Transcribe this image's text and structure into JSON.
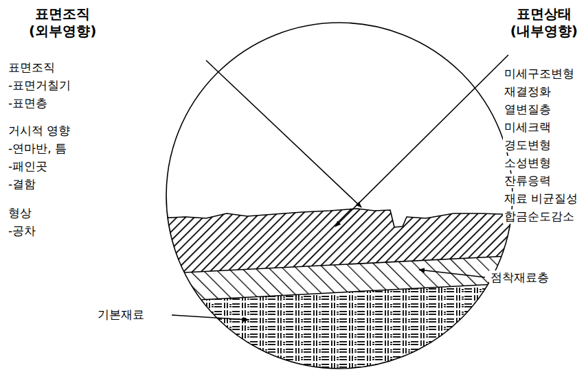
{
  "diagram": {
    "labels": [
      "표면조직 (외부영향)",
      "표면조직",
      "-표면거칠기",
      "-표면층",
      "거시적 영향",
      "-연마반, 틈",
      "-패인곳",
      "-결함",
      "형상",
      "-공차",
      "표면상태 (내부영향)",
      "미세구조변형",
      "재결정화",
      "열변질층",
      "미세크랙",
      "경도변형",
      "소성변형",
      "잔류응력",
      "재료 비균질성",
      "합금순도감소",
      "기본재료",
      "점착재료층"
    ]
  }
}
